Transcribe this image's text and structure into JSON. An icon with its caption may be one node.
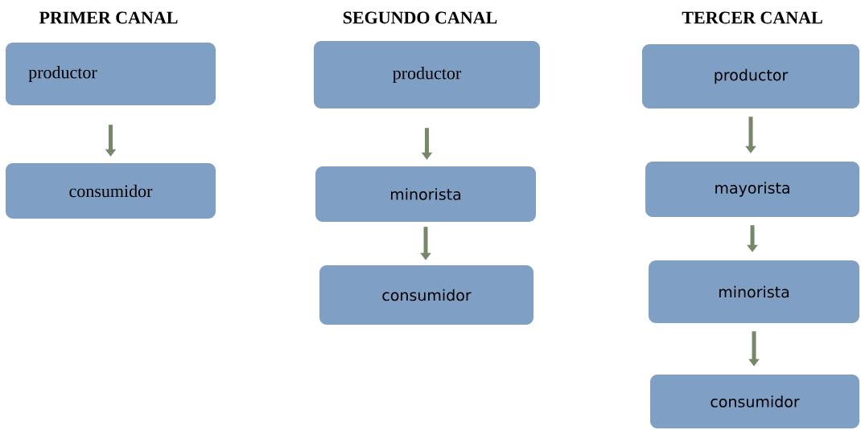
{
  "diagram": {
    "nodes": [
      {
        "text": [
          "productor"
        ]
      },
      {
        "text": [
          "consumidor"
        ]
      },
      {
        "text": [
          "productor"
        ]
      },
      {
        "text": [
          "minorista"
        ]
      },
      {
        "text": [
          "consumidor"
        ]
      },
      {
        "text": [
          "productor"
        ]
      },
      {
        "text": [
          "mayorista"
        ]
      },
      {
        "text": [
          "minorista"
        ]
      },
      {
        "text": [
          "consumidor"
        ]
      }
    ],
    "edges": [
      {
        "from": 0,
        "to": 1,
        "arrow": "to"
      },
      {
        "from": 2,
        "to": 3,
        "arrow": "to"
      },
      {
        "from": 3,
        "to": 4,
        "arrow": "to"
      },
      {
        "from": 5,
        "to": 6,
        "arrow": "to"
      },
      {
        "from": 6,
        "to": 7,
        "arrow": "to"
      },
      {
        "from": 7,
        "to": 8,
        "arrow": "to"
      }
    ],
    "labels": [
      "PRIMER CANAL",
      "SEGUNDO CANAL",
      "TERCER CANAL"
    ]
  }
}
